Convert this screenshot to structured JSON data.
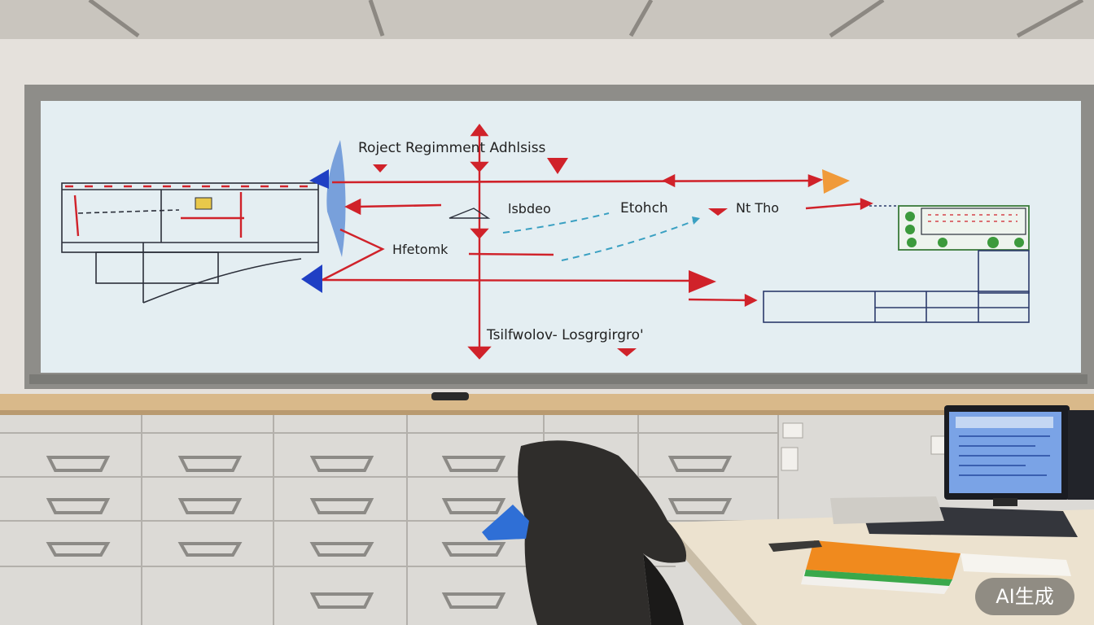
{
  "whiteboard": {
    "title": "Roject Regimment Adhlsiss",
    "label_video": "lsbdeo",
    "label_etohch": "Etohch",
    "label_tho": "Nt Tho",
    "label_fetomk": "Hfetomk",
    "label_bottom": "Tsilfwolov- Losgrgirgro'"
  },
  "watermark": {
    "text": "AI生成"
  },
  "colors": {
    "board": "#e3edf1",
    "frame": "#8a8a86",
    "arrow_red": "#d0222a",
    "arrow_blue": "#1f3fc4",
    "arrow_orange": "#f09a3a",
    "marker_dark": "#2b2f3a",
    "dashed_teal": "#3aa0c2",
    "cabinet": "#dcdad6",
    "counter": "#d9b98a",
    "monitor_screen": "#7aa3e6"
  }
}
